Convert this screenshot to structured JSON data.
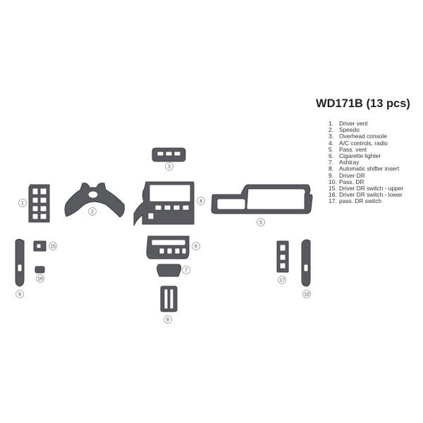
{
  "title": "WD171B (13 pcs)",
  "legend": [
    {
      "num": "1.",
      "label": "Driver vent"
    },
    {
      "num": "2.",
      "label": "Speedo"
    },
    {
      "num": "3.",
      "label": "Overhead console"
    },
    {
      "num": "4.",
      "label": "A/C controls, radio"
    },
    {
      "num": "5.",
      "label": "Pass. vent"
    },
    {
      "num": "6.",
      "label": "Cigarette lighter"
    },
    {
      "num": "7.",
      "label": "Ashtray"
    },
    {
      "num": "8.",
      "label": "Automatic shifter insert"
    },
    {
      "num": "9.",
      "label": "Driver DR"
    },
    {
      "num": "10.",
      "label": "Pass. DR"
    },
    {
      "num": "15.",
      "label": "Driver DR switch - upper"
    },
    {
      "num": "16.",
      "label": "Driver DR switch - lower"
    },
    {
      "num": "17.",
      "label": "pass. DR switch"
    }
  ],
  "callouts": [
    "1",
    "2",
    "3",
    "4",
    "5",
    "6",
    "7",
    "8",
    "9",
    "10",
    "15",
    "16",
    "17"
  ],
  "colors": {
    "piece": "#585a5f",
    "outline": "#3c3d40"
  }
}
